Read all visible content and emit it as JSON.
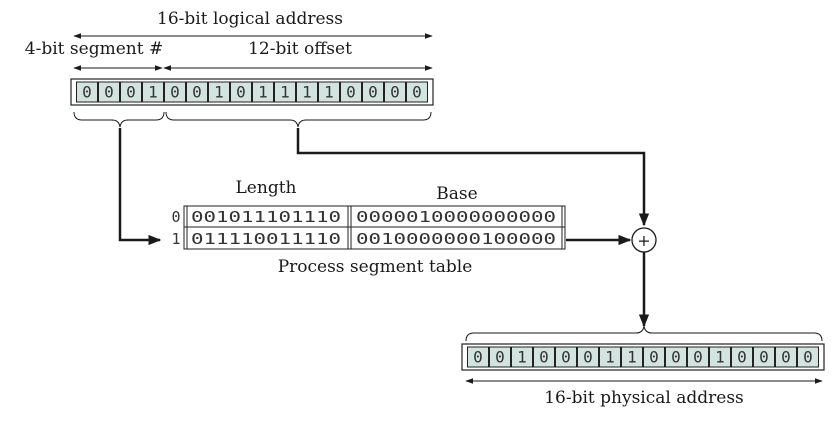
{
  "logical": {
    "title": "16-bit logical address",
    "segment_label": "4-bit segment #",
    "offset_label": "12-bit offset",
    "bits": [
      "0",
      "0",
      "0",
      "1",
      "0",
      "0",
      "1",
      "0",
      "1",
      "1",
      "1",
      "1",
      "0",
      "0",
      "0",
      "0"
    ]
  },
  "segment_table": {
    "length_header": "Length",
    "base_header": "Base",
    "caption": "Process segment table",
    "rows": [
      {
        "index": "0",
        "length": "001011101110",
        "base": "0000010000000000"
      },
      {
        "index": "1",
        "length": "011110011110",
        "base": "0010000000100000"
      }
    ]
  },
  "adder": {
    "symbol": "+"
  },
  "physical": {
    "title": "16-bit physical address",
    "bits": [
      "0",
      "0",
      "1",
      "0",
      "0",
      "0",
      "1",
      "1",
      "0",
      "0",
      "0",
      "1",
      "0",
      "0",
      "0",
      "0"
    ]
  },
  "colors": {
    "cell_fill": "#d3e3e0",
    "ink": "#1a1a1a"
  }
}
